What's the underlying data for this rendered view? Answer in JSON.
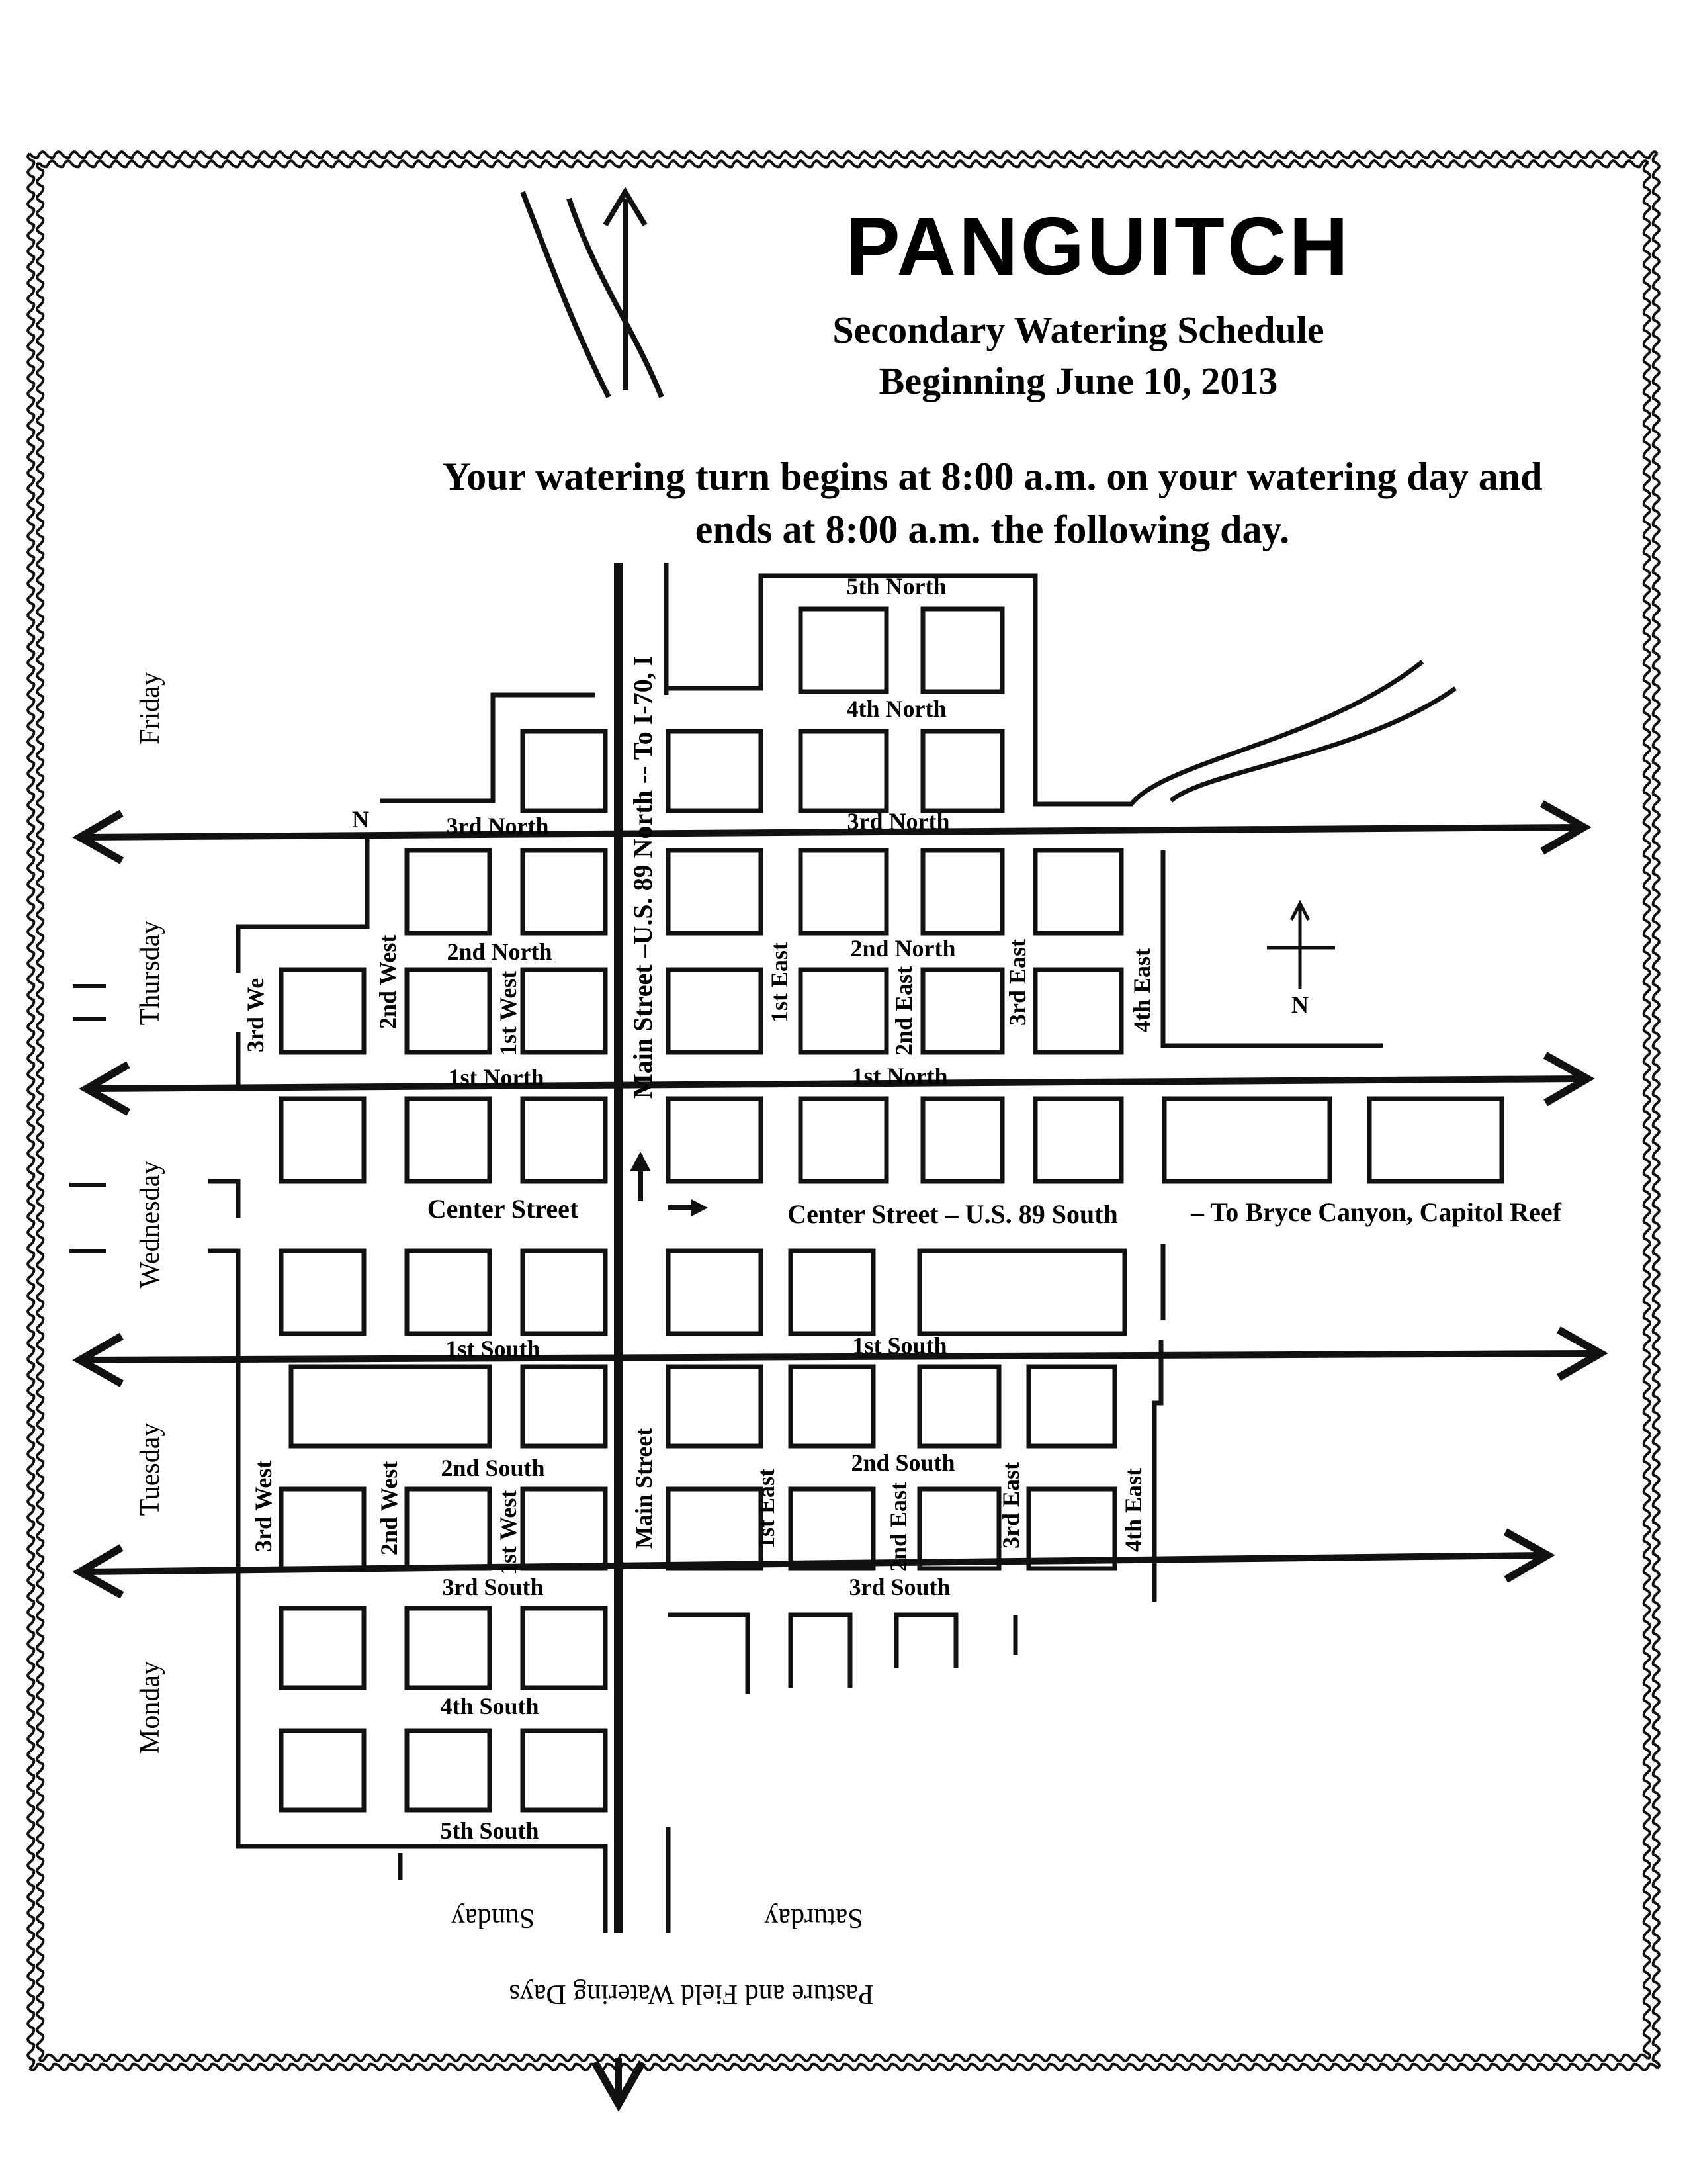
{
  "header": {
    "title": "PANGUITCH",
    "subtitle_1": "Secondary Watering Schedule",
    "subtitle_2": "Beginning June 10, 2013",
    "instruction_1": "Your watering turn begins at 8:00 a.m. on your watering day and",
    "instruction_2": "ends at 8:00 a.m. the following day."
  },
  "streets": {
    "n5": "5th North",
    "n4": "4th North",
    "n3_west": "3rd North",
    "n3_east": "3rd North",
    "n2_west": "2nd North",
    "n2_east": "2nd North",
    "n1_west": "1st North",
    "n1_east": "1st North",
    "center_west": "Center Street",
    "center_east": "Center Street – U.S. 89 South",
    "center_dest": "– To Bryce Canyon, Capitol Reef",
    "s1_west": "1st South",
    "s1_east": "1st South",
    "s2_west": "2nd South",
    "s2_east": "2nd South",
    "s3_west": "3rd South",
    "s3_east": "3rd South",
    "s4": "4th South",
    "s5": "5th South",
    "main_north": "Main Street –U.S. 89 North -- To I-70, I",
    "main_south": "Main Street",
    "w3_north": "3rd We",
    "w2_north": "2nd West",
    "w1_north": "1st West",
    "e1_north": "1st East",
    "e2_north": "2nd East",
    "e3_north": "3rd East",
    "e4_north": "4th East",
    "w3_south": "3rd West",
    "w2_south": "2nd West",
    "w1_south": "1st West",
    "e1_south": "1st East",
    "e2_south": "2nd East",
    "e3_south": "3rd East",
    "e4_south": "4th East",
    "corner_n": "N"
  },
  "days": {
    "friday": "Friday",
    "thursday": "Thursday",
    "wednesday": "Wednesday",
    "tuesday": "Tuesday",
    "monday": "Monday",
    "sunday": "Sunday",
    "saturday": "Saturday",
    "pasture": "Pasture and Field Watering Days"
  },
  "compass": {
    "label": "N"
  }
}
